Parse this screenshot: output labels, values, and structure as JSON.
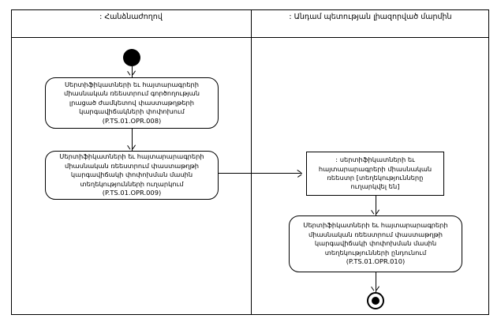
{
  "diagram": {
    "type": "uml-activity-diagram",
    "lanes": [
      {
        "id": "commission",
        "title": ": Հանձնաժողով"
      },
      {
        "id": "member-state-authority",
        "title": ": Անդամ պետության լիազորված մարմին"
      }
    ],
    "nodes": [
      {
        "id": "initial",
        "kind": "initial-node",
        "lane": "commission",
        "label": ""
      },
      {
        "id": "opr-008",
        "kind": "activity",
        "lane": "commission",
        "label": "Սերտիֆիկատների եւ հայտարագրերի միասնական ռեեստրում գործողության լրացած ժամկետով փաստաթղթերի կարգավիճակների փոփոխում (P.TS.01.OPR.008)",
        "code": "P.TS.01.OPR.008"
      },
      {
        "id": "opr-009",
        "kind": "activity",
        "lane": "commission",
        "label": "Սերտիֆիկատների եւ հայտարարագրերի միասնական ռեեստրում փաստաթղթի կարգավիճակի փոփոխման մասին տեղեկությունների ուղարկում (P.TS.01.OPR.009)",
        "code": "P.TS.01.OPR.009"
      },
      {
        "id": "registry-object",
        "kind": "object-node",
        "lane": "member-state-authority",
        "label": ": սերտիֆիկատների եւ հայտարարագրերի միասնական ռեեստր [տեղեկությունները ուղարկվել են]",
        "state": "[տեղեկությունները ուղարկվել են]"
      },
      {
        "id": "opr-010",
        "kind": "activity",
        "lane": "member-state-authority",
        "label": "Սերտիֆիկատների եւ հայտարարագրերի միասնական ռեեստրում փաստաթղթի կարգավիճակի փոփոխման մասին տեղեկությունների ընդունում (P.TS.01.OPR.010)",
        "code": "P.TS.01.OPR.010"
      },
      {
        "id": "final",
        "kind": "final-node",
        "lane": "member-state-authority",
        "label": ""
      }
    ],
    "edges": [
      {
        "from": "initial",
        "to": "opr-008",
        "direction": "down",
        "label": ""
      },
      {
        "from": "opr-008",
        "to": "opr-009",
        "direction": "down",
        "label": ""
      },
      {
        "from": "opr-009",
        "to": "registry-object",
        "direction": "right",
        "label": ""
      },
      {
        "from": "registry-object",
        "to": "opr-010",
        "direction": "down",
        "label": ""
      },
      {
        "from": "opr-010",
        "to": "final",
        "direction": "down",
        "label": ""
      }
    ],
    "colors": {
      "stroke": "#000000",
      "fill": "#ffffff",
      "text": "#000000"
    }
  }
}
